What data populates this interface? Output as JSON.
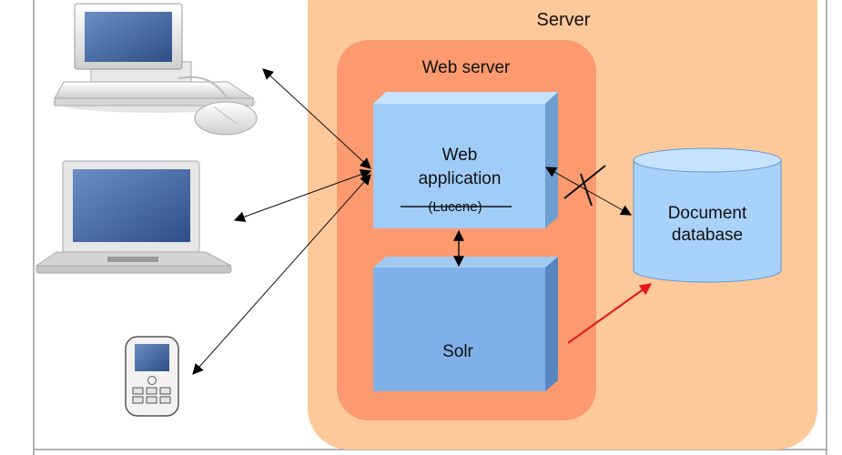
{
  "server": {
    "label": "Server"
  },
  "web_server": {
    "label": "Web server"
  },
  "web_application": {
    "line1": "Web",
    "line2": "application",
    "line3": "(Lucene)",
    "line3_struck": true
  },
  "solr": {
    "label": "Solr"
  },
  "document_database": {
    "line1": "Document",
    "line2": "database"
  },
  "clients": [
    {
      "icon": "desktop-computer-icon"
    },
    {
      "icon": "laptop-icon"
    },
    {
      "icon": "mobile-phone-icon"
    }
  ],
  "connections": [
    {
      "from": "desktop-computer",
      "to": "web-application",
      "style": "thin-black-bidirectional"
    },
    {
      "from": "laptop",
      "to": "web-application",
      "style": "thin-black-bidirectional"
    },
    {
      "from": "mobile-phone",
      "to": "web-application",
      "style": "thin-black-bidirectional"
    },
    {
      "from": "web-application",
      "to": "solr",
      "style": "black-bidirectional"
    },
    {
      "from": "web-application",
      "to": "document-database",
      "style": "crossed-out"
    },
    {
      "from": "solr",
      "to": "document-database",
      "style": "red-arrow"
    }
  ],
  "colors": {
    "server_fill": "#fdc99a",
    "web_server_fill": "#fb9a6e",
    "web_application_fill": "#9fcdf7",
    "solr_fill": "#7fb0e8",
    "database_fill": "#a9d2fa",
    "red_arrow": "#e8141b"
  }
}
